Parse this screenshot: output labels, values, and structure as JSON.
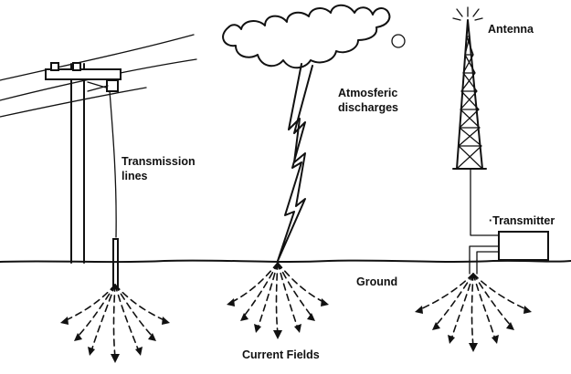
{
  "labels": {
    "transmission_lines_line1": "Transmission",
    "transmission_lines_line2": "lines",
    "atmospheric_line1": "Atmosferic",
    "atmospheric_line2": "discharges",
    "antenna": "Antenna",
    "transmitter": "·Transmitter",
    "ground": "Ground",
    "current_fields": "Current Fields"
  }
}
